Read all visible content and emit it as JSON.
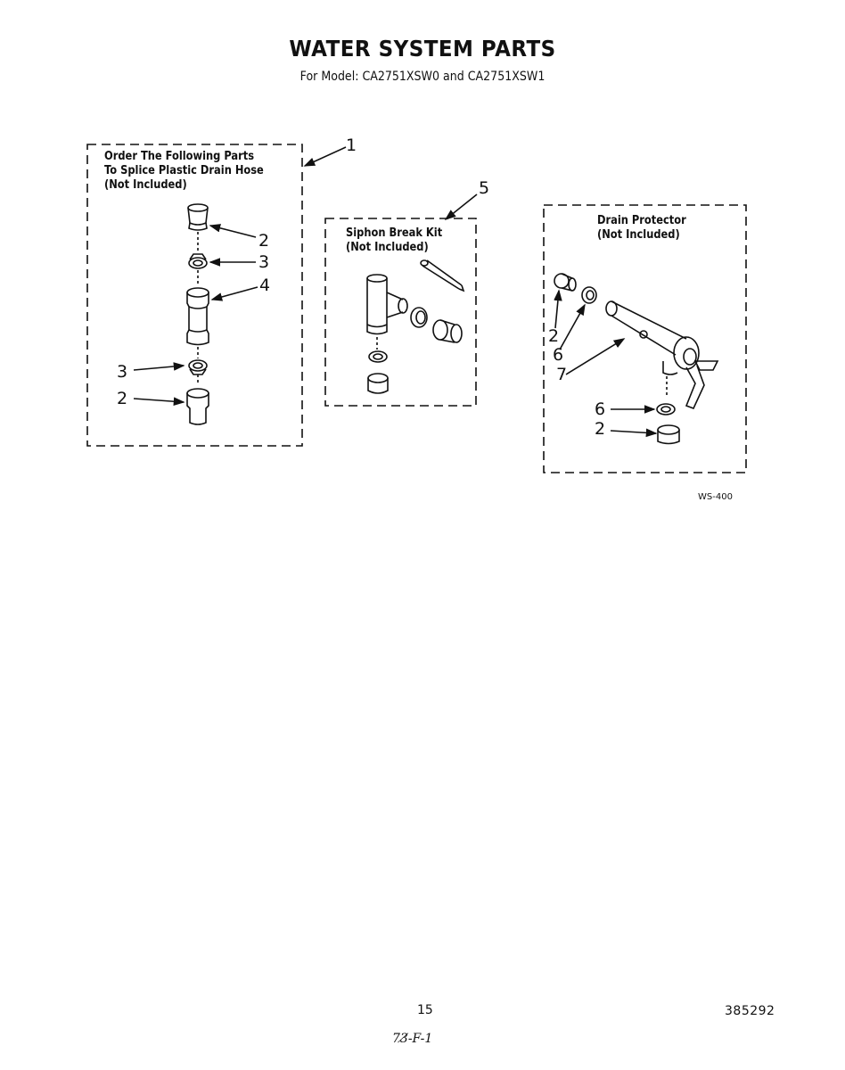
{
  "header": {
    "title": "WATER SYSTEM PARTS",
    "subtitle": "For Model: CA2751XSW0 and CA2751XSW1"
  },
  "boxes": {
    "splice": {
      "line1": "Order The Following Parts",
      "line2": "To Splice Plastic Drain Hose",
      "line3": "(Not Included)"
    },
    "siphon": {
      "line1": "Siphon Break Kit",
      "line2": "(Not Included)"
    },
    "drain": {
      "line1": "Drain Protector",
      "line2": "(Not Included)"
    }
  },
  "callouts": {
    "c1": "1",
    "c5": "5",
    "s2a": "2",
    "s3a": "3",
    "s4": "4",
    "s3b": "3",
    "s2b": "2",
    "d2a": "2",
    "d6a": "6",
    "d7": "7",
    "d6b": "6",
    "d2b": "2"
  },
  "footer": {
    "figure_code": "WS-400",
    "page_number": "15",
    "doc_number": "385292",
    "handwritten_note": "73̸-F-1"
  }
}
